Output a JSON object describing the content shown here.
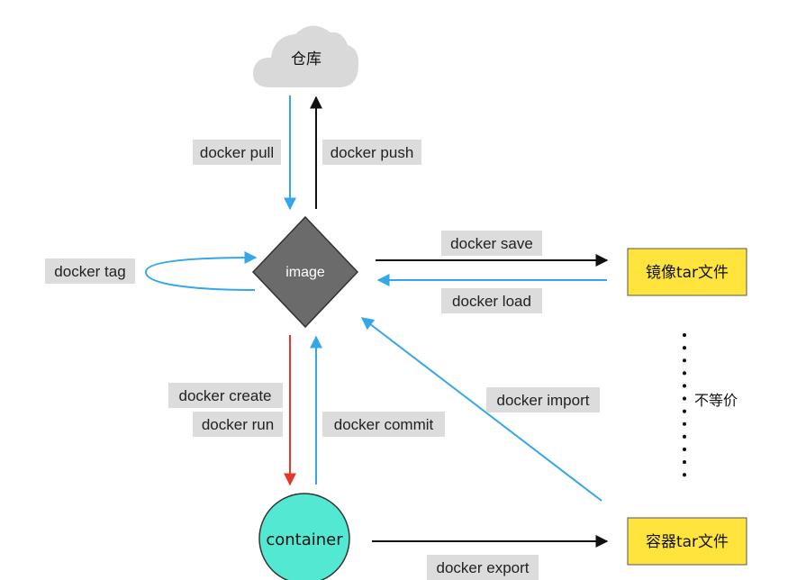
{
  "nodes": {
    "cloud": "仓库",
    "image": "image",
    "container": "container",
    "image_tar": "镜像tar文件",
    "container_tar": "容器tar文件"
  },
  "edges": {
    "pull": "docker pull",
    "push": "docker push",
    "tag": "docker tag",
    "save": "docker save",
    "load": "docker load",
    "create": "docker create",
    "run": "docker run",
    "commit": "docker commit",
    "import": "docker import",
    "export": "docker export"
  },
  "note": "不等价",
  "colors": {
    "blue_arrow": "#35a7e8",
    "black_arrow": "#111111",
    "red_arrow": "#e8352a",
    "cloud": "#d9d9d9",
    "image_node": "#6b6b6b",
    "container_node": "#52e8d2",
    "tar_box": "#ffe43d"
  }
}
